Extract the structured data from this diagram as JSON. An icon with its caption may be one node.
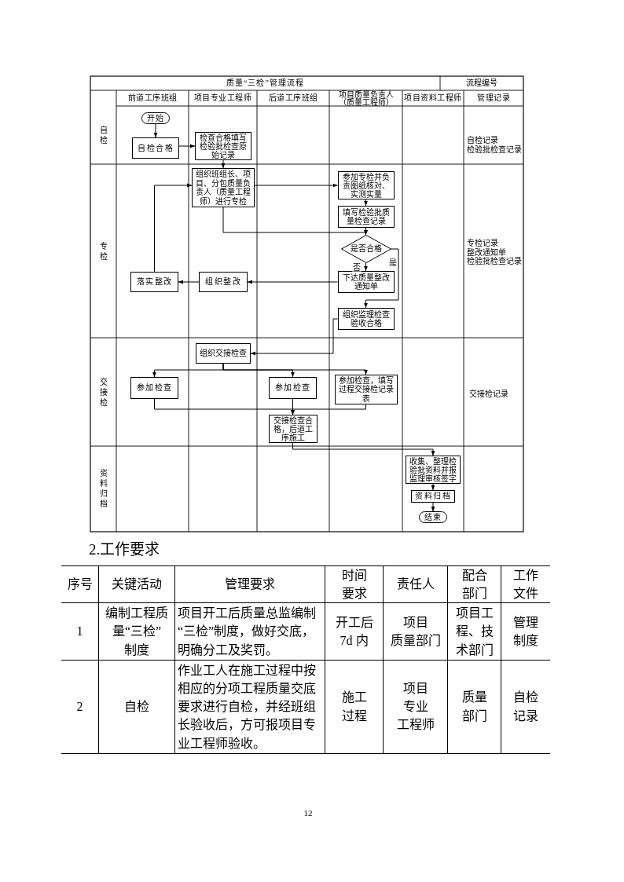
{
  "diagram": {
    "title": "质量“三检”管理流程",
    "nodes": [
      {
        "text": [
          "开始"
        ]
      },
      {
        "text": [
          "自检合格"
        ]
      },
      {
        "text": [
          "检查合格填写检验批检查原始记录"
        ]
      },
      {
        "text": [
          "组织班组长、项目、分包质量负责人（质量工程师）进行专检"
        ]
      },
      {
        "text": [
          "参加专检并负责图纸核对、实测实量"
        ]
      },
      {
        "text": [
          "填写检验批质量检查记录"
        ]
      },
      {
        "text": [
          "是否合格"
        ]
      },
      {
        "text": [
          "下达质量整改通知单"
        ]
      },
      {
        "text": [
          "组织整改"
        ]
      },
      {
        "text": [
          "落实整改"
        ]
      },
      {
        "text": [
          "组织监理检查验收合格"
        ]
      },
      {
        "text": [
          "组织交接检查"
        ]
      },
      {
        "text": [
          "参加检查"
        ]
      },
      {
        "text": [
          "参加检查"
        ]
      },
      {
        "text": [
          "参加检查，填写过程交接检记录表"
        ]
      },
      {
        "text": [
          "交接检查合格，后道工序施工"
        ]
      },
      {
        "text": [
          "收集、整理检验批资料并报监理审核签字"
        ]
      },
      {
        "text": [
          "资料归档"
        ]
      },
      {
        "text": [
          "结束"
        ]
      }
    ],
    "edges": [
      {
        "from": 0,
        "to": 1,
        "arrow": "to"
      },
      {
        "from": 1,
        "to": 2,
        "arrow": "to"
      },
      {
        "from": 2,
        "to": 3,
        "arrow": "to"
      },
      {
        "from": 3,
        "to": 4,
        "arrow": "to"
      },
      {
        "from": 4,
        "to": 5,
        "arrow": "to"
      },
      {
        "from": 5,
        "to": 6,
        "arrow": "to"
      },
      {
        "from": 3,
        "to": 6,
        "arrow": "to"
      },
      {
        "from": 6,
        "to": 7,
        "arrow": "to",
        "label": "否"
      },
      {
        "from": 6,
        "to": 10,
        "arrow": "to",
        "label": "是"
      },
      {
        "from": 7,
        "to": 8,
        "arrow": "to"
      },
      {
        "from": 8,
        "to": 9,
        "arrow": "to"
      },
      {
        "from": 9,
        "to": 3,
        "arrow": "to"
      },
      {
        "from": 10,
        "to": 11,
        "arrow": "to"
      },
      {
        "from": 11,
        "to": 12,
        "arrow": "to"
      },
      {
        "from": 11,
        "to": 13,
        "arrow": "to"
      },
      {
        "from": 11,
        "to": 14,
        "arrow": "to"
      },
      {
        "from": 12,
        "to": 15,
        "arrow": "to"
      },
      {
        "from": 13,
        "to": 15,
        "arrow": "to"
      },
      {
        "from": 14,
        "to": 15,
        "arrow": "to"
      },
      {
        "from": 15,
        "to": 16,
        "arrow": "to"
      },
      {
        "from": 16,
        "to": 17,
        "arrow": "to"
      },
      {
        "from": 17,
        "to": 18,
        "arrow": "to"
      }
    ],
    "labels": [
      "流程编号",
      "前道工序班组",
      "项目专业工程师",
      "后道工序班组",
      "项目质量负责人（质量工程师）",
      "项目资料工程师",
      "管理记录",
      "自检",
      "自检记录",
      "检验批检查记录",
      "专检",
      "专检记录",
      "整改通知单",
      "检验批检查记录",
      "交接检",
      "交接检记录",
      "资料归档",
      "2.工作要求",
      "序号",
      "关键活动",
      "管理要求",
      "时间要求",
      "责任人",
      "配合部门",
      "工作文件",
      "1",
      "编制工程质量“三检”制度",
      "项目开工后质量总监编制“三检”制度，做好交底，明确分工及奖罚。",
      "开工后7d 内",
      "项目质量部门",
      "项目工程、技术部门",
      "管理制度",
      "2",
      "自检",
      "作业工人在施工过程中按相应的分项工程质量交底要求进行自检，并经班组长验收后，方可报项目专业工程师验收。",
      "施工过程",
      "项目专业工程师",
      "质量部门",
      "自检记录",
      "12"
    ]
  }
}
